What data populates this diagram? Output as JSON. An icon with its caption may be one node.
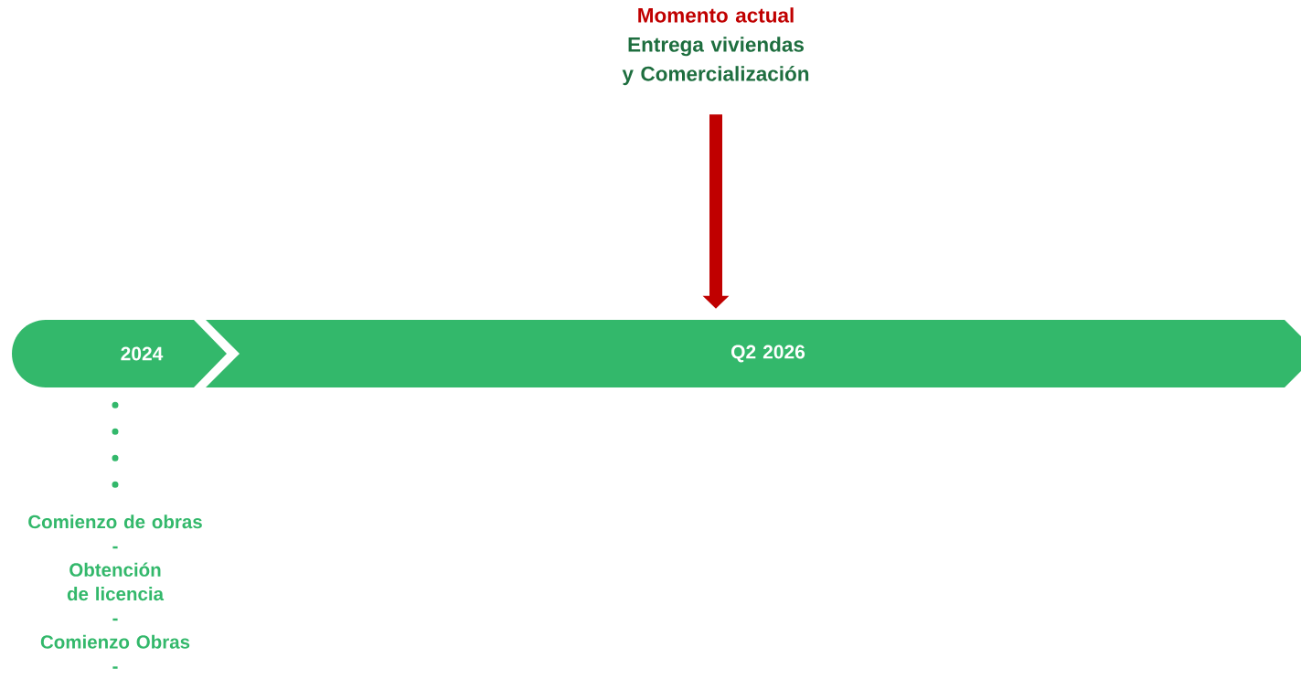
{
  "diagram": {
    "nodes": [
      {
        "text": [
          "2024"
        ]
      },
      {
        "text": [
          "Q2 2026"
        ]
      },
      {
        "text": [
          "Momento actual",
          "Entrega viviendas y Comercialización"
        ]
      },
      {
        "text": [
          "Comienzo de obras",
          "-",
          "Obtención de licencia",
          "-",
          "Comienzo Obras",
          "-"
        ]
      }
    ],
    "edges": [
      {
        "from": 2,
        "to": 1,
        "arrow": "to",
        "style": "thick",
        "color": "#c00000"
      },
      {
        "from": 0,
        "to": 3,
        "arrow": "none",
        "style": "dashed",
        "color": "#33b86b"
      }
    ]
  }
}
